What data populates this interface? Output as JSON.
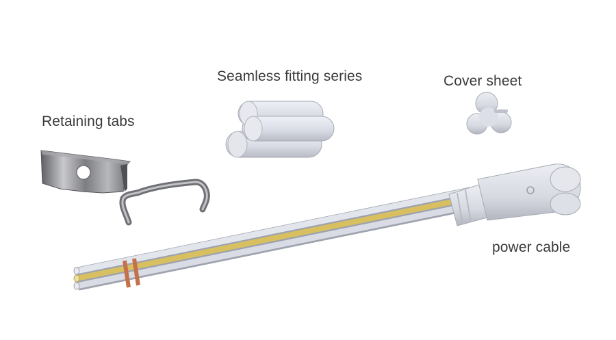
{
  "labels": {
    "retaining_tabs": "Retaining tabs",
    "seamless_fitting": "Seamless fitting series",
    "cover_sheet": "Cover sheet",
    "power_cable": "power cable"
  },
  "colors": {
    "background": "#ffffff",
    "plastic_white": "#dfe2ea",
    "metal": "#8e8f93",
    "copper": "#c4704a",
    "yellow_stripe": "#d8c060"
  }
}
